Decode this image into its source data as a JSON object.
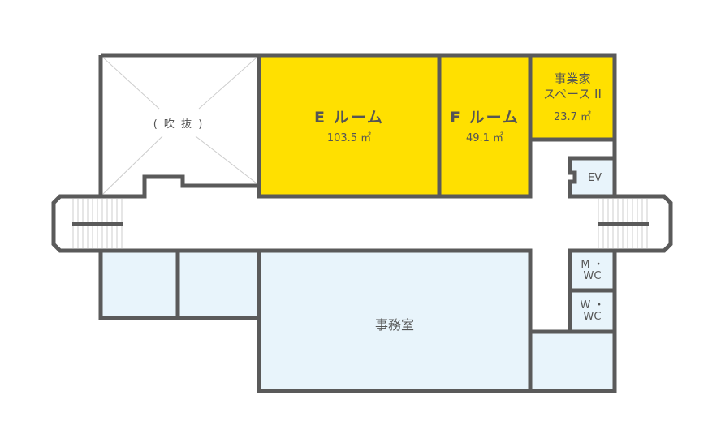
{
  "colors": {
    "wall": "#5a5a5a",
    "rental": "#ffe000",
    "facility": "#e8f4fb",
    "text": "#555555"
  },
  "rooms": {
    "void": {
      "label": "( 吹 抜 )"
    },
    "room_e": {
      "name": "E ルーム",
      "area": "103.5 ㎡"
    },
    "room_f": {
      "name": "F ルーム",
      "area": "49.1 ㎡"
    },
    "business_space": {
      "name_line1": "事業家",
      "name_line2": "スペース II",
      "area": "23.7 ㎡"
    },
    "elevator": {
      "label": "EV"
    },
    "men_wc": {
      "line1": "M ・",
      "line2": "WC"
    },
    "women_wc": {
      "line1": "W ・",
      "line2": "WC"
    },
    "office": {
      "label": "事務室"
    }
  }
}
